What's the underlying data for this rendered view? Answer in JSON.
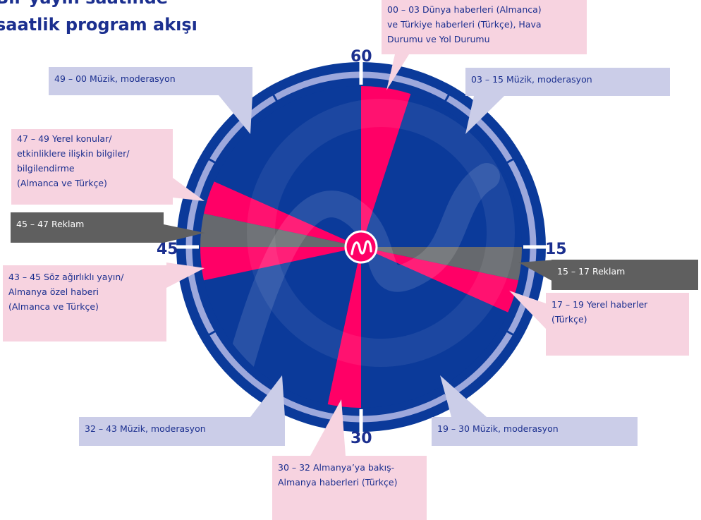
{
  "title": {
    "lines": [
      "Bir yayın saatinde",
      "saatlik program akışı"
    ]
  },
  "clock_numbers": {
    "top": "60",
    "right": "15",
    "bottom": "30",
    "left": "45"
  },
  "colors": {
    "music": "#0b3a9a",
    "music_light": "#1550b8",
    "news": "#ff0066",
    "ad": "#6b6b6b",
    "label_pink": "#f7d3e0",
    "label_lavender": "#cbcde8",
    "label_gray": "#5f5f5f",
    "text_navy": "#1b2f8f"
  },
  "segments": [
    {
      "from": 0,
      "to": 3,
      "kind": "news"
    },
    {
      "from": 3,
      "to": 15,
      "kind": "music"
    },
    {
      "from": 15,
      "to": 17,
      "kind": "ad"
    },
    {
      "from": 17,
      "to": 19,
      "kind": "news"
    },
    {
      "from": 19,
      "to": 30,
      "kind": "music"
    },
    {
      "from": 30,
      "to": 32,
      "kind": "news"
    },
    {
      "from": 32,
      "to": 43,
      "kind": "music"
    },
    {
      "from": 43,
      "to": 45,
      "kind": "news"
    },
    {
      "from": 45,
      "to": 47,
      "kind": "ad"
    },
    {
      "from": 47,
      "to": 49,
      "kind": "news"
    },
    {
      "from": 49,
      "to": 60,
      "kind": "music"
    }
  ],
  "labels": {
    "l_00_03": [
      "00 – 03 Dünya haberleri (Almanca)",
      "ve Türkiye haberleri (Türkçe), Hava",
      "Durumu ve Yol Durumu"
    ],
    "l_03_15": [
      "03 – 15 Müzik, moderasyon"
    ],
    "l_15_17": [
      "15 – 17 Reklam"
    ],
    "l_17_19": [
      "17 – 19 Yerel haberler",
      "(Türkçe)"
    ],
    "l_19_30": [
      "19 – 30 Müzik, moderasyon"
    ],
    "l_30_32": [
      "30 – 32 Almanya’ya bakış-",
      "Almanya haberleri (Türkçe)"
    ],
    "l_32_43": [
      "32 – 43 Müzik, moderasyon"
    ],
    "l_43_45": [
      "43 – 45 Söz ağırlıklı yayın/",
      "Almanya özel haberi",
      "(Almanca ve Türkçe)"
    ],
    "l_45_47": [
      "45 – 47 Reklam"
    ],
    "l_47_49": [
      "47 – 49 Yerel konular/",
      "etkinliklere ilişkin bilgiler/",
      "bilgilendirme",
      "(Almanca ve Türkçe)"
    ],
    "l_49_00": [
      "49 – 00 Müzik, moderasyon"
    ]
  }
}
